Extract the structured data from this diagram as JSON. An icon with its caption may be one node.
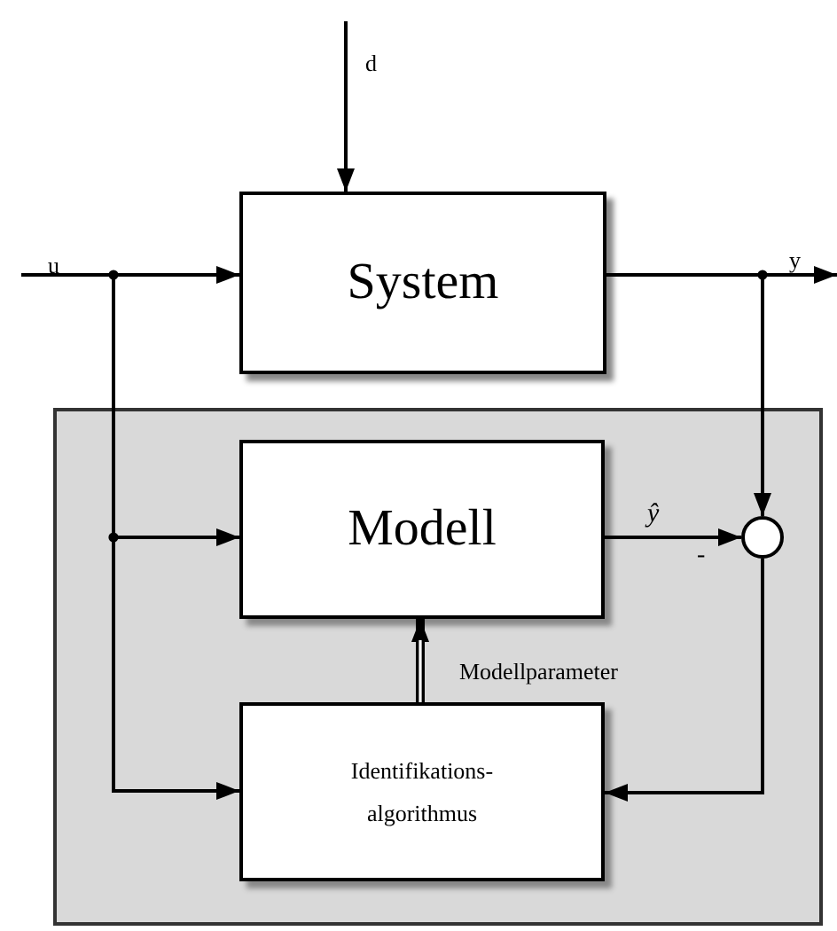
{
  "diagram": {
    "nodes": [
      {
        "text": [],
        "shape": "box"
      },
      {
        "text": [
          "System"
        ]
      },
      {
        "text": [
          "Modell"
        ],
        "in": 0
      },
      {
        "text": [
          "Identifikations- algorithmus"
        ],
        "in": 0
      },
      {
        "text": [],
        "shape": "circle",
        "in": 0
      }
    ],
    "edges": [
      {
        "from": null,
        "to": 1,
        "arrow": "to",
        "label": "d"
      },
      {
        "from": null,
        "to": 1,
        "arrow": "to",
        "label": "u"
      },
      {
        "from": null,
        "to": 2,
        "arrow": "to"
      },
      {
        "from": null,
        "to": 3,
        "arrow": "to"
      },
      {
        "from": 1,
        "to": null,
        "arrow": "to",
        "label": "y"
      },
      {
        "from": 1,
        "to": 4,
        "arrow": "to"
      },
      {
        "from": 2,
        "to": 4,
        "arrow": "to",
        "label": "ŷ"
      },
      {
        "from": 4,
        "to": 3,
        "arrow": "to"
      },
      {
        "from": 3,
        "to": 2,
        "arrow": "to",
        "label": "Modellparameter",
        "style": "thick"
      }
    ],
    "labels": [
      "-"
    ]
  }
}
